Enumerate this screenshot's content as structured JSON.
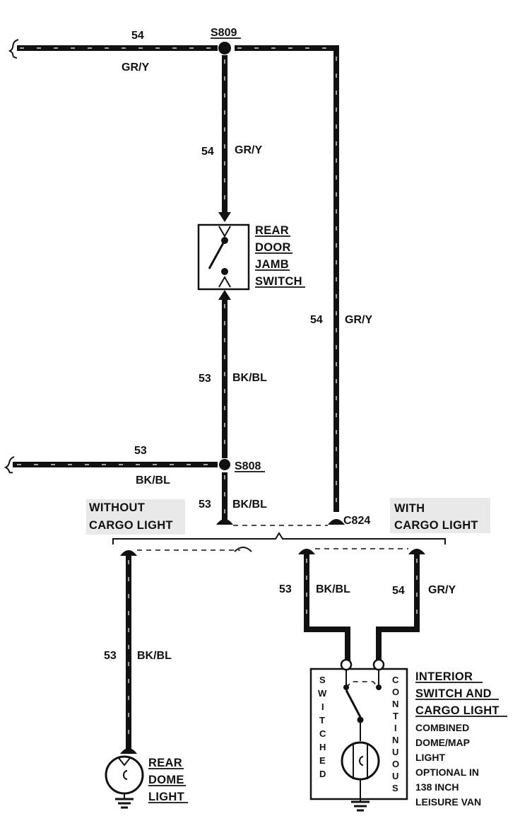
{
  "top_wire": {
    "circuit": "54",
    "color": "GR/Y"
  },
  "splice_top": {
    "label": "S809"
  },
  "drop_to_switch": {
    "circuit": "54",
    "color": "GR/Y"
  },
  "rear_door_jamb_switch": {
    "lines": [
      "REAR",
      "DOOR",
      "JAMB",
      "SWITCH"
    ]
  },
  "switch_to_splice": {
    "circuit": "53",
    "color": "BK/BL"
  },
  "right_riser": {
    "circuit": "54",
    "color": "GR/Y"
  },
  "mid_wire": {
    "circuit": "53",
    "color": "BK/BL"
  },
  "splice_mid": {
    "label": "S808"
  },
  "below_splice": {
    "circuit": "53",
    "color": "BK/BL"
  },
  "without_cargo": {
    "lines": [
      "WITHOUT",
      "CARGO LIGHT"
    ]
  },
  "connector": {
    "label": "C824"
  },
  "with_cargo": {
    "lines": [
      "WITH",
      "CARGO LIGHT"
    ]
  },
  "left_drop": {
    "circuit": "53",
    "color": "BK/BL"
  },
  "cargo_left": {
    "circuit": "53",
    "color": "BK/BL"
  },
  "cargo_right": {
    "circuit": "54",
    "color": "GR/Y"
  },
  "interior_switch": {
    "title_lines": [
      "INTERIOR",
      "SWITCH AND",
      "CARGO LIGHT"
    ],
    "note_lines": [
      "COMBINED",
      "DOME/MAP",
      "LIGHT",
      "OPTIONAL IN",
      "138 INCH",
      "LEISURE VAN"
    ],
    "switched_letters": [
      "S",
      "W",
      "I",
      "T",
      "C",
      "H",
      "E",
      "D"
    ],
    "continuous_letters": [
      "C",
      "O",
      "N",
      "T",
      "I",
      "N",
      "U",
      "O",
      "U",
      "S"
    ]
  },
  "rear_dome_light": {
    "lines": [
      "REAR",
      "DOME",
      "LIGHT"
    ]
  },
  "colors": {
    "ink": "#111111",
    "paper": "#ffffff"
  }
}
